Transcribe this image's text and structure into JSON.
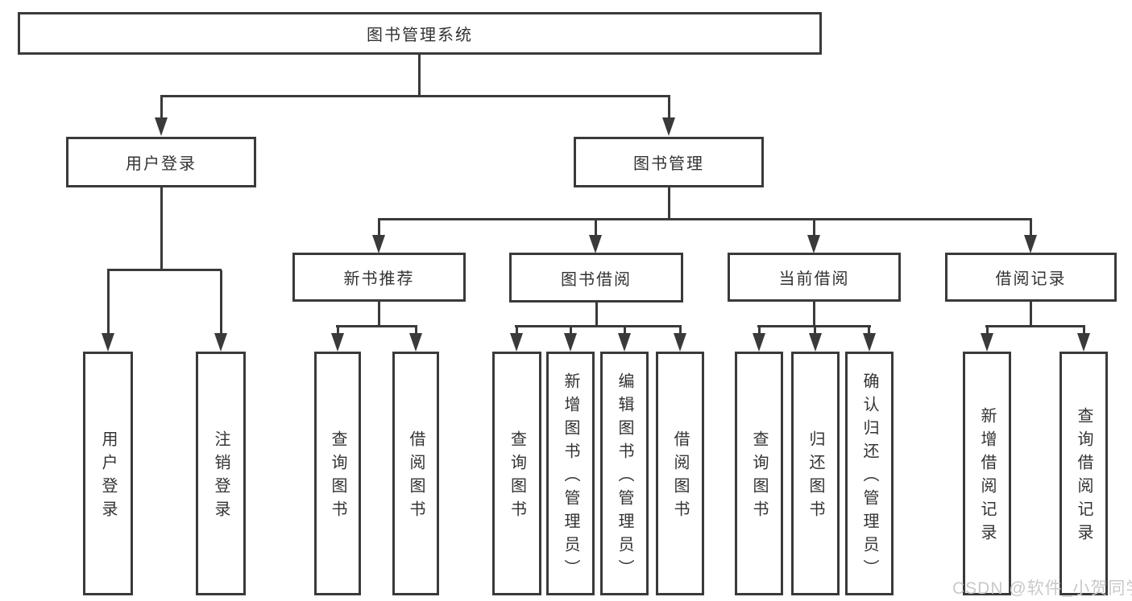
{
  "diagram": {
    "root": "图书管理系统",
    "level1": [
      "用户登录",
      "图书管理"
    ],
    "level2": [
      "新书推荐",
      "图书借阅",
      "当前借阅",
      "借阅记录"
    ],
    "leaves": [
      "用户登录",
      "注销登录",
      "查询图书",
      "借阅图书",
      "查询图书",
      "新增图书（管理员）",
      "编辑图书（管理员）",
      "借阅图书",
      "查询图书",
      "归还图书",
      "确认归还（管理员）",
      "新增借阅记录",
      "查询借阅记录"
    ]
  },
  "watermark": "CSDN @软件_小贺同学",
  "colors": {
    "line": "#3a3a3a",
    "text": "#333333",
    "watermark": "#c9c9c9",
    "background": "#ffffff"
  }
}
